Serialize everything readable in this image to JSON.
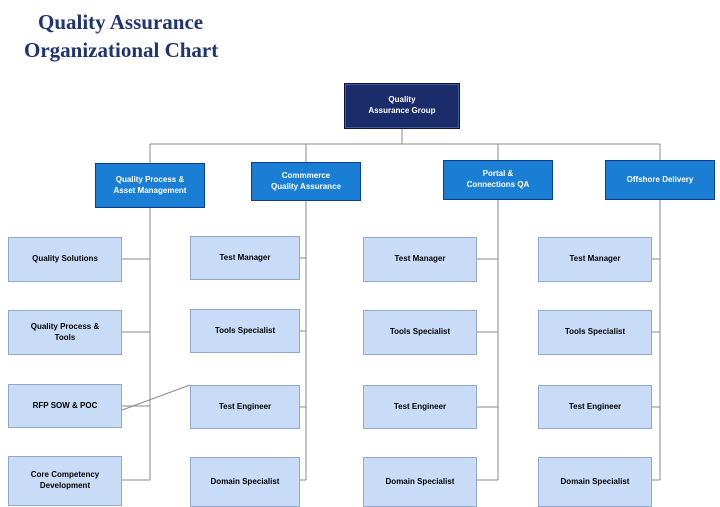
{
  "title": {
    "line1": "Quality Assurance",
    "line2": "Organizational Chart"
  },
  "chart": {
    "root": "Quality\nAssurance Group",
    "groups": [
      {
        "label": "Quality Process &\nAsset Management",
        "children": [
          "Quality Solutions",
          "Quality Process &\nTools",
          "RFP SOW & POC",
          "Core Competency\nDevelopment"
        ]
      },
      {
        "label": "Commmerce\nQuality Assurance",
        "children": [
          "Test Manager",
          "Tools Specialist",
          "Test Engineer",
          "Domain Specialist"
        ]
      },
      {
        "label": "Portal &\nConnections QA",
        "children": [
          "Test Manager",
          "Tools Specialist",
          "Test Engineer",
          "Domain Specialist"
        ]
      },
      {
        "label": "Offshore Delivery",
        "children": [
          "Test Manager",
          "Tools Specialist",
          "Test Engineer",
          "Domain Specialist"
        ]
      }
    ]
  },
  "colors": {
    "title_color": "#1f3470",
    "root_fill": "#1b2c6b",
    "group_fill": "#1a7fd4",
    "child_fill": "#c9dcf7",
    "line_color": "#8a8a8a"
  }
}
